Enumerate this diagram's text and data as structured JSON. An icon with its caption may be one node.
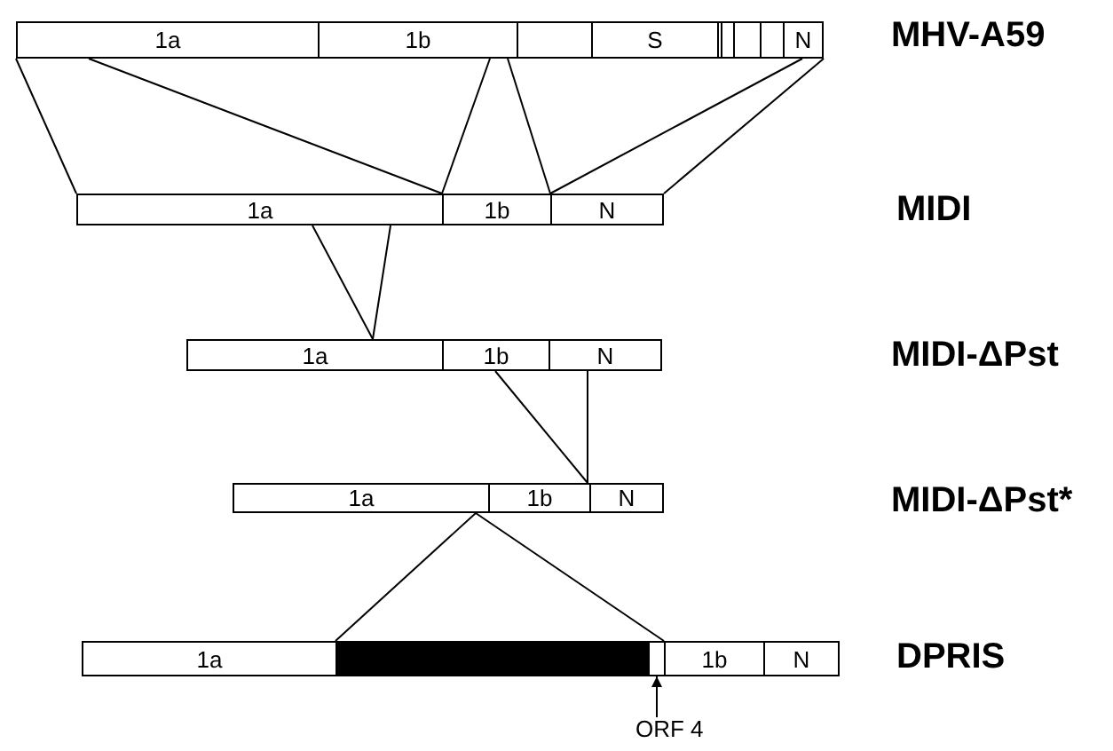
{
  "diagram": {
    "nodes": [
      {
        "text": [
          "1a"
        ]
      },
      {
        "text": [
          "1b"
        ]
      },
      {
        "text": [],
        "shape": "box"
      },
      {
        "text": [
          "S"
        ]
      },
      {
        "text": [],
        "shape": "box"
      },
      {
        "text": [],
        "shape": "box"
      },
      {
        "text": [],
        "shape": "box"
      },
      {
        "text": [],
        "shape": "box"
      },
      {
        "text": [
          "N"
        ]
      },
      {
        "text": [
          "1a"
        ]
      },
      {
        "text": [
          "1b"
        ]
      },
      {
        "text": [
          "N"
        ]
      },
      {
        "text": [
          "1a"
        ]
      },
      {
        "text": [
          "1b"
        ]
      },
      {
        "text": [
          "N"
        ]
      },
      {
        "text": [
          "1a"
        ]
      },
      {
        "text": [
          "1b"
        ]
      },
      {
        "text": [
          "N"
        ]
      },
      {
        "text": [
          "1a"
        ]
      },
      {
        "text": [],
        "shape": "bar"
      },
      {
        "text": [],
        "shape": "box"
      },
      {
        "text": [
          "1b"
        ]
      },
      {
        "text": [
          "N"
        ]
      },
      {
        "text": [
          "ORF 4"
        ]
      }
    ],
    "edges": [
      {
        "from": 0,
        "to": 9,
        "arrow": "none"
      },
      {
        "from": 0,
        "to": 9,
        "arrow": "none"
      },
      {
        "from": 1,
        "to": 10,
        "arrow": "none"
      },
      {
        "from": 1,
        "to": 10,
        "arrow": "none"
      },
      {
        "from": 8,
        "to": 11,
        "arrow": "none"
      },
      {
        "from": 8,
        "to": 11,
        "arrow": "none"
      },
      {
        "from": 9,
        "to": 12,
        "arrow": "none"
      },
      {
        "from": 9,
        "to": 12,
        "arrow": "none"
      },
      {
        "from": 13,
        "to": 16,
        "arrow": "none"
      },
      {
        "from": 14,
        "to": 17,
        "arrow": "none"
      },
      {
        "from": 15,
        "to": 19,
        "arrow": "none"
      },
      {
        "from": 15,
        "to": 20,
        "arrow": "none"
      },
      {
        "from": 23,
        "to": 20,
        "arrow": "to"
      }
    ],
    "labels": [
      "MHV-A59",
      "MIDI",
      "MIDI-ΔPst",
      "MIDI-ΔPst*",
      "DPRIS"
    ]
  }
}
